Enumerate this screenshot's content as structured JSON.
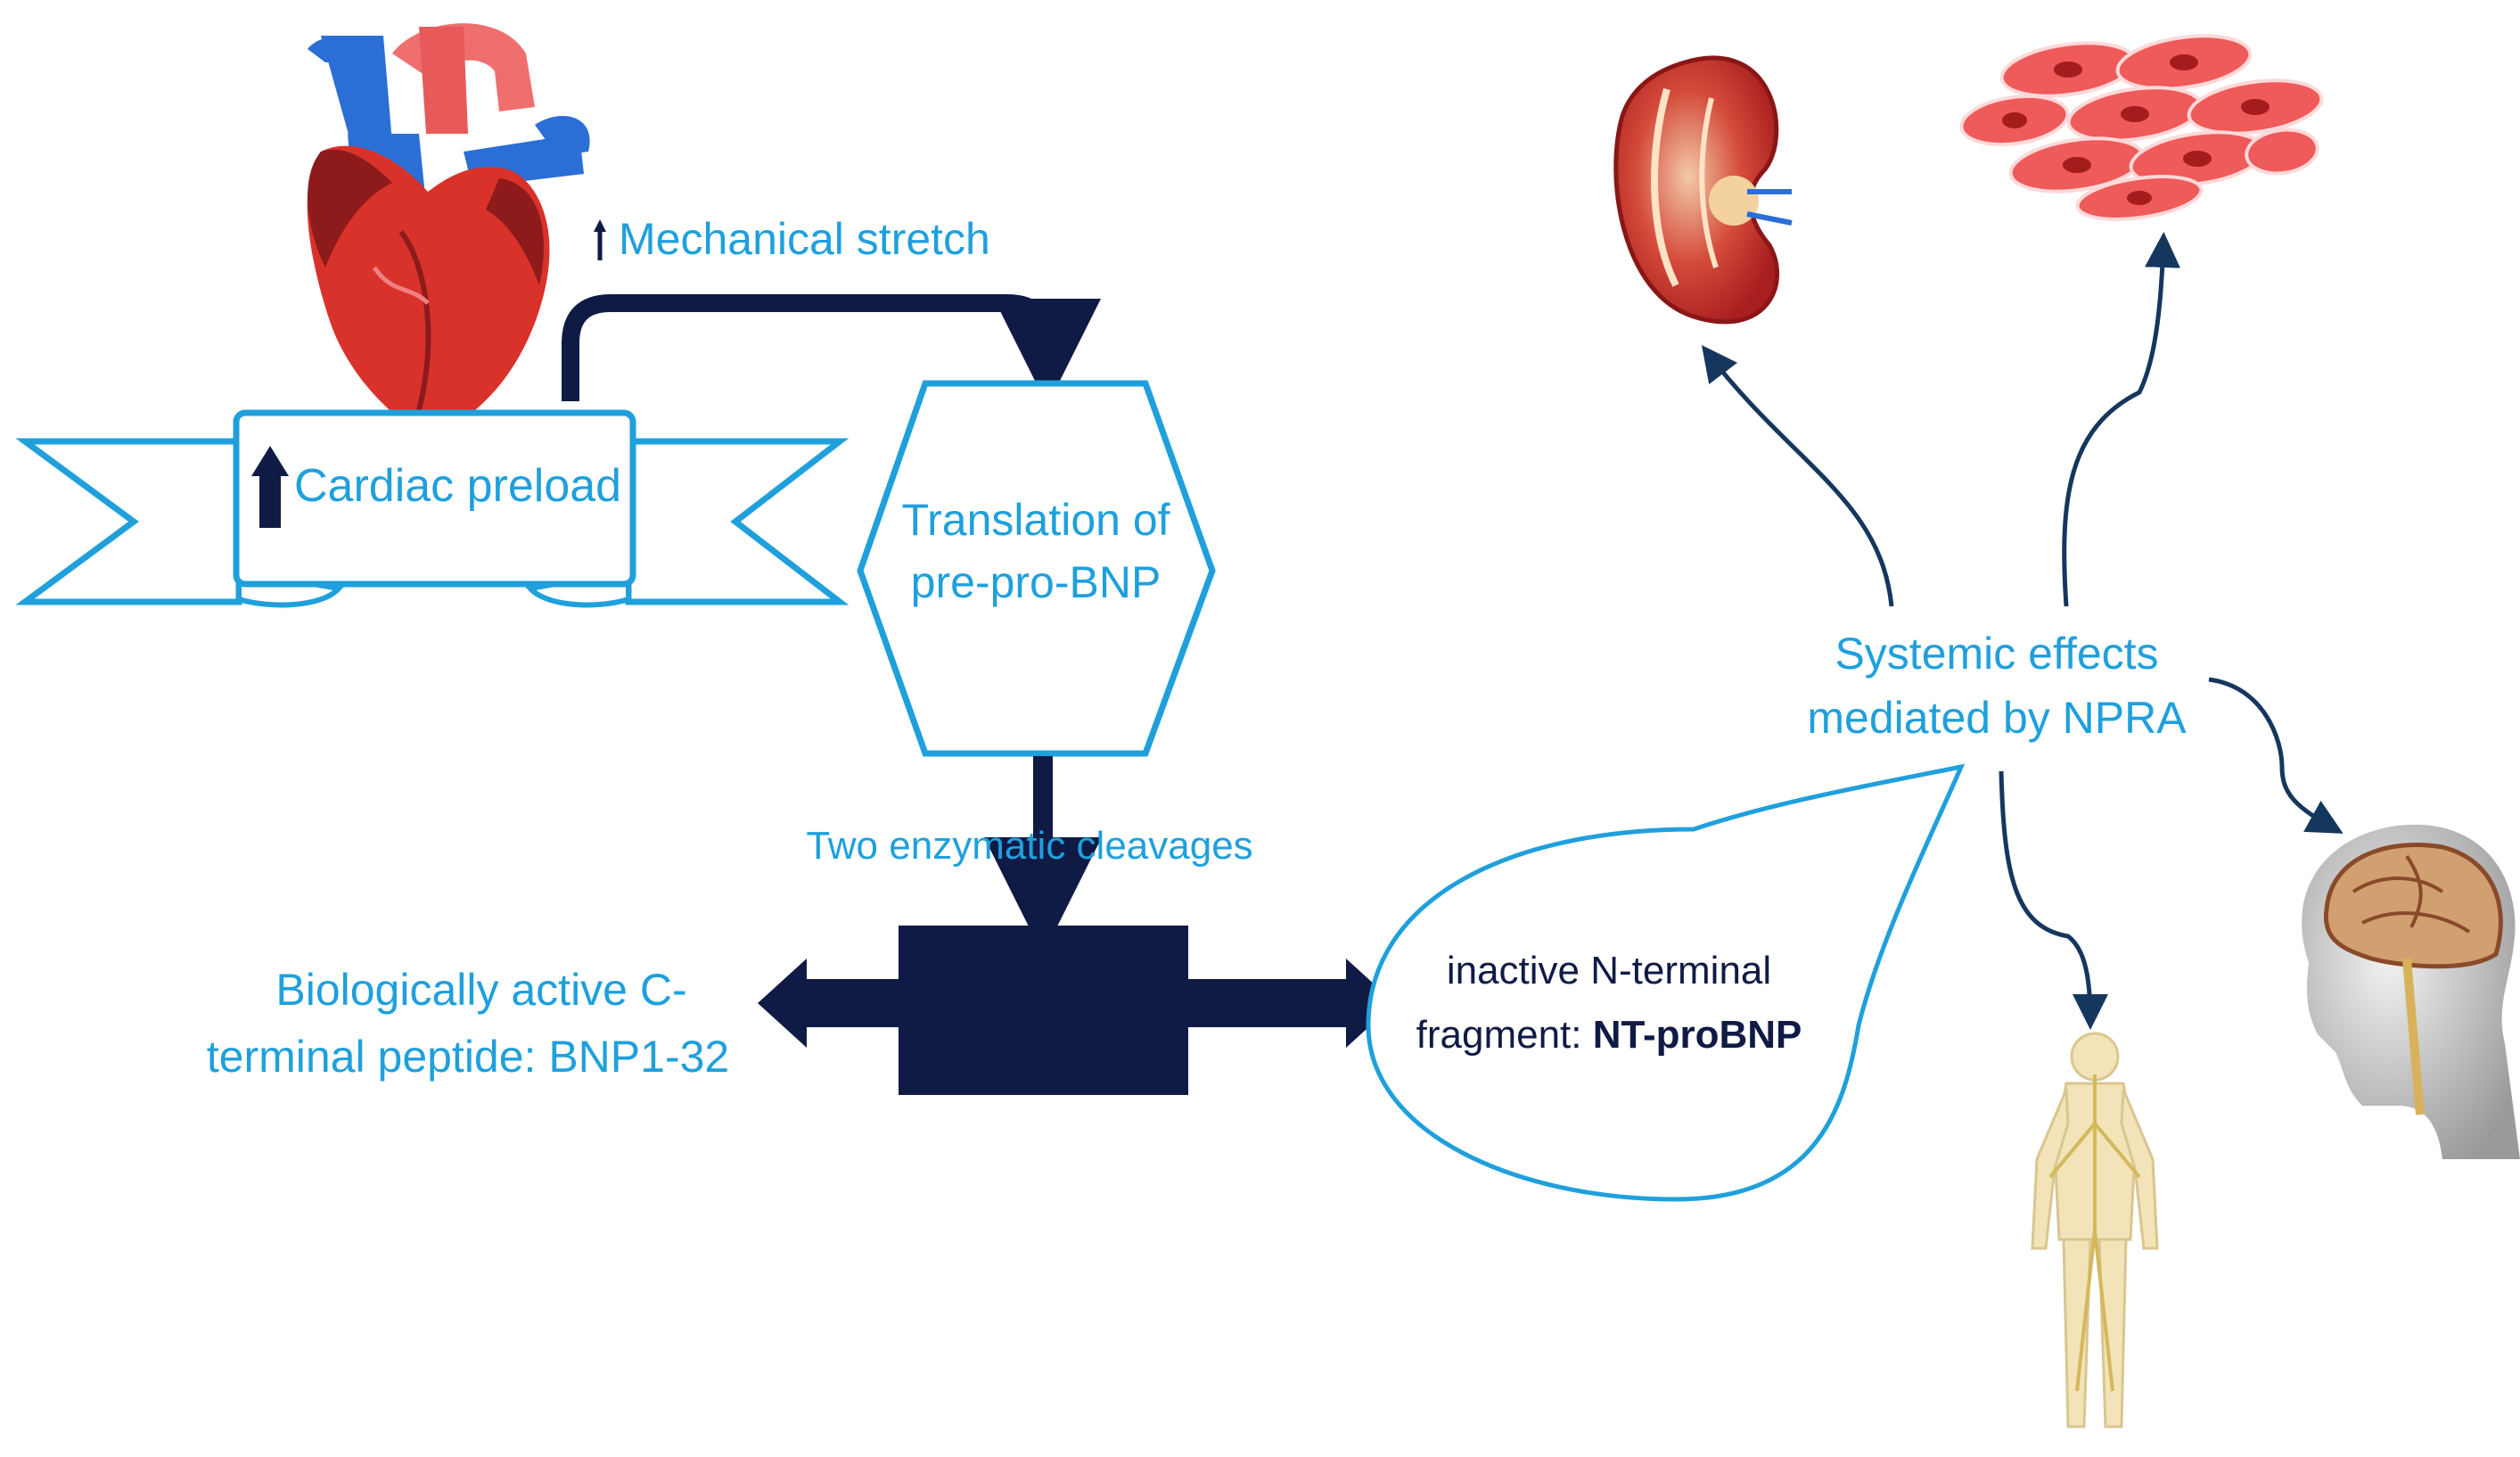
{
  "colors": {
    "accent_blue": "#1fa0dc",
    "navy": "#0f1b45",
    "arrow_dark_blue": "#15375e",
    "heart_red": "#d9322b",
    "vessel_blue": "#2b6fd6",
    "cell_red": "#ef5a5a",
    "background": "#ffffff"
  },
  "icons": {
    "heart": "anatomical-heart-icon",
    "kidney": "kidney-cross-section-icon",
    "muscle_cells": "smooth-muscle-cells-icon",
    "brain": "human-head-brain-icon",
    "body": "human-body-nervous-system-icon",
    "up_arrow": "up-arrow-icon"
  },
  "labels": {
    "mechanical_stretch": "Mechanical stretch",
    "cardiac_preload": "Cardiac preload",
    "translation_line1": "Translation of",
    "translation_line2": "pre-pro-BNP",
    "cleavages": "Two enzymatic cleavages",
    "bnp_line1": "Biologically active C-",
    "bnp_line2": "terminal peptide: BNP1-32",
    "ntprobnp_line1": "inactive N-terminal",
    "ntprobnp_line2_prefix": "fragment: ",
    "ntprobnp_line2_bold": "NT-proBNP",
    "systemic_line1": "Systemic effects",
    "systemic_line2": "mediated by NPRA"
  }
}
